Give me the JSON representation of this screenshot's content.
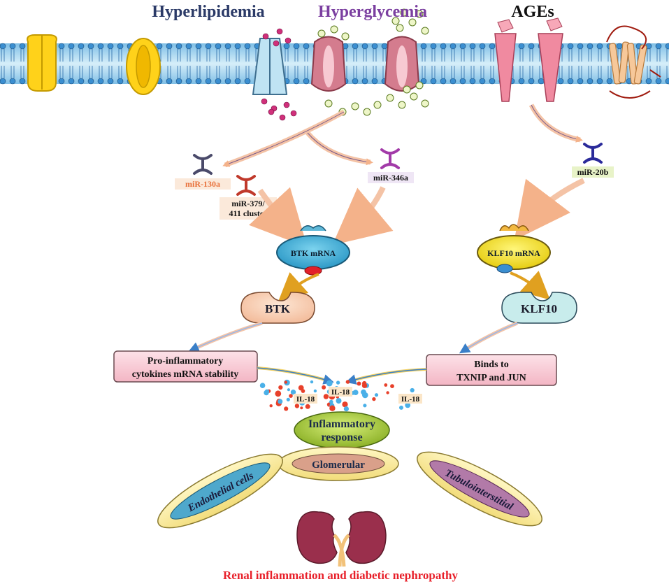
{
  "headers": {
    "hyperlipidemia": "Hyperlipidemia",
    "hyperglycemia": "Hyperglycemia",
    "ages": "AGEs"
  },
  "mirnas": {
    "mir130a": "miR-130a",
    "mir379_line1": "miR-379/",
    "mir379_line2": "411 cluster",
    "mir346a": "miR-346a",
    "mir20b": "miR-20b"
  },
  "mrna": {
    "btk": "BTK mRNA",
    "klf10": "KLF10 mRNA"
  },
  "proteins": {
    "btk": "BTK",
    "klf10": "KLF10"
  },
  "boxes": {
    "left_line1": "Pro-inflammatory",
    "left_line2": "cytokines mRNA stability",
    "right_line1": "Binds to",
    "right_line2": "TXNIP  and  JUN"
  },
  "cytokines": {
    "il18_left": "IL-18",
    "il18_center": "IL-18",
    "il18_right": "IL-18"
  },
  "response": {
    "line1": "Inflammatory",
    "line2": "response"
  },
  "cells": {
    "glomerular": "Glomerular",
    "endothelial": "Endothelial cells",
    "tubulo": "Tubulointerstitial"
  },
  "footer": "Renal inflammation and diabetic nephropathy",
  "colors": {
    "hyperlipidemia": "#2b3a67",
    "hyperglycemia": "#7b3fa0",
    "ages": "#111111",
    "membrane": "#b8dcf0",
    "mir130a": "#e8703a",
    "footer": "#e8202a"
  }
}
